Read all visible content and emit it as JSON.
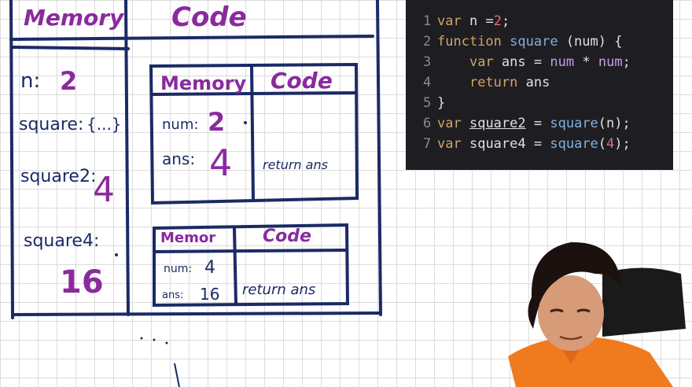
{
  "global_ec": {
    "memory_header": "Memory",
    "code_header": "Code",
    "vars": {
      "n_label": "n:",
      "n_value": "2",
      "square_label": "square:",
      "square_value": "{...}",
      "square2_label": "square2:",
      "square2_value": "4",
      "square4_label": "square4:",
      "square4_value": "16"
    }
  },
  "ec_square2": {
    "memory_header": "Memory",
    "code_header": "Code",
    "num_label": "num:",
    "num_value": "2",
    "ans_label": "ans:",
    "ans_value": "4",
    "code_text": "return ans"
  },
  "ec_square4": {
    "memory_header": "Memor",
    "code_header": "Code",
    "num_label": "num:",
    "num_value": "4",
    "ans_label": "ans:",
    "ans_value": "16",
    "code_text": "return ans"
  },
  "code_panel": {
    "line_numbers": [
      "1",
      "2",
      "3",
      "4",
      "5",
      "6",
      "7"
    ],
    "tokens": {
      "var": "var",
      "function": "function",
      "return": "return",
      "n": "n",
      "eq": "=",
      "two": "2",
      "semi": ";",
      "square": "square",
      "paren_num": "(num) {",
      "ans": "ans",
      "num": "num",
      "star": "*",
      "close_brace": "}",
      "square2": "square2",
      "square4": "square4",
      "call_n_open": "(",
      "call_n_arg": "n",
      "call_close": ");",
      "four": "4"
    }
  },
  "colors": {
    "ink_navy": "#1b2a66",
    "ink_purple": "#8a2a9e",
    "code_bg": "#1e1e22",
    "shirt_orange": "#f07a1e"
  },
  "icons": [
    "presenter-video"
  ]
}
